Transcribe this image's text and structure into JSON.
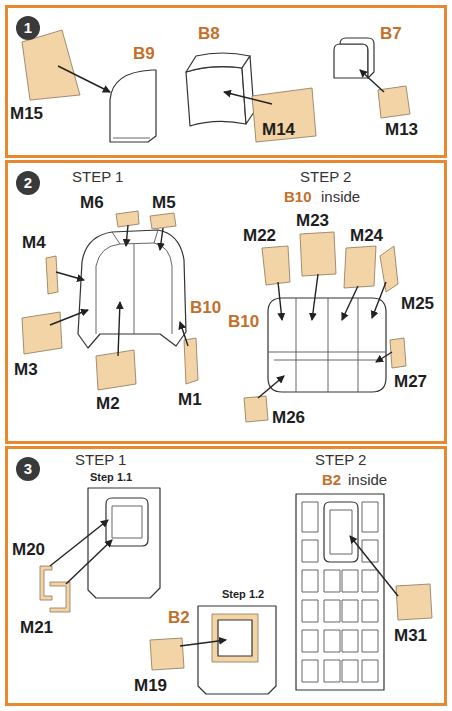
{
  "diagram": {
    "nodes": [
      {
        "text": [
          "1"
        ]
      },
      {
        "text": [
          "2"
        ]
      },
      {
        "text": [
          "3"
        ]
      }
    ],
    "labels": [
      "M15",
      "B9",
      "B8",
      "M14",
      "B7",
      "M13",
      "STEP 1",
      "M6",
      "M5",
      "M4",
      "B10",
      "M3",
      "M2",
      "M1",
      "STEP 2",
      "B10",
      "inside",
      "M22",
      "M23",
      "M24",
      "M25",
      "B10",
      "M27",
      "M26",
      "STEP 1",
      "Step 1.1",
      "M20",
      "M21",
      "B2",
      "Step 1.2",
      "M19",
      "STEP 2",
      "B2",
      "inside",
      "M31"
    ]
  }
}
